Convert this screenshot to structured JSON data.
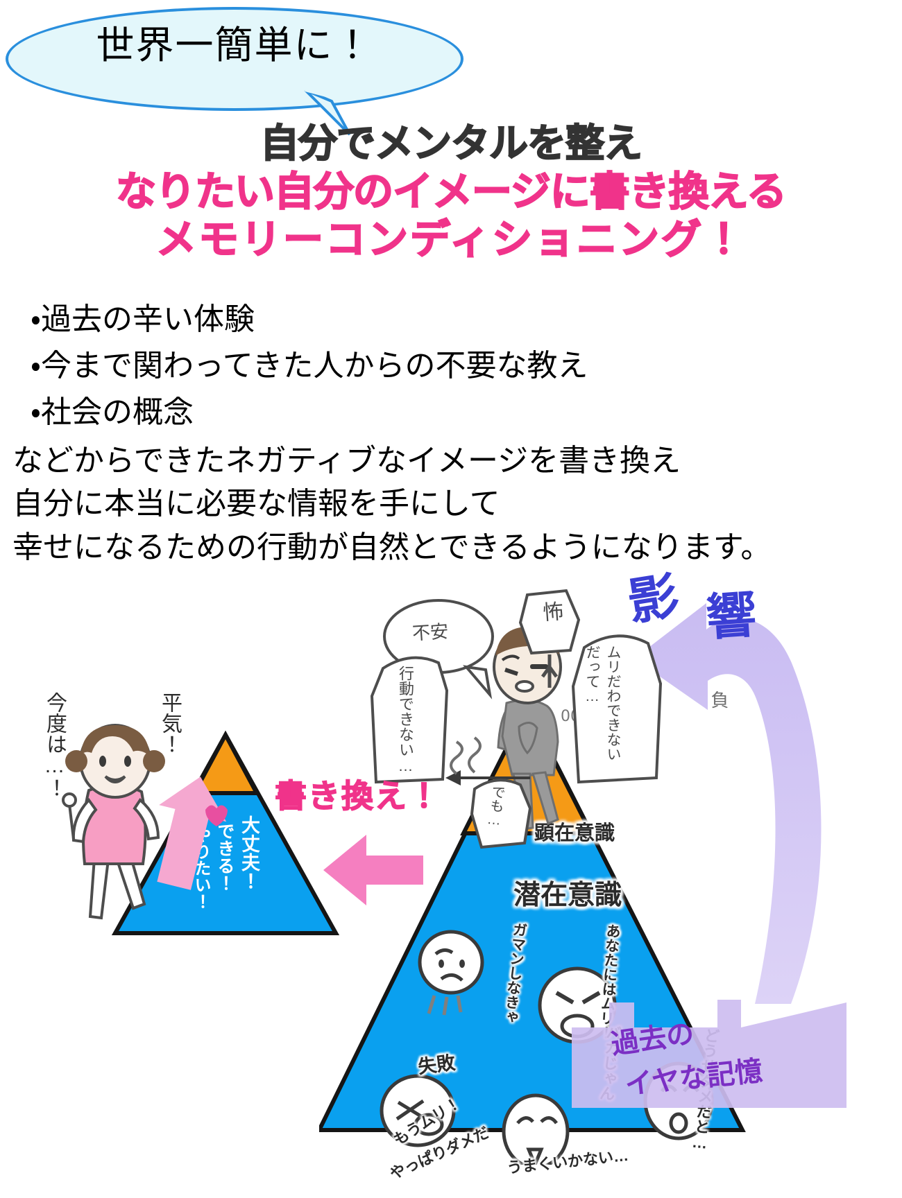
{
  "balloon": {
    "text": "世界一簡単に！",
    "fill": "#e3f7fb",
    "stroke": "#2a8fdd"
  },
  "headline": {
    "line1": "自分でメンタルを整え",
    "line2": "なりたい自分のイメージに書き換える",
    "line3": "メモリーコンディショニング！",
    "color_dark": "#333333",
    "color_pink": "#f0338a"
  },
  "bullets": [
    "・過去の辛い体験",
    "・今まで関わってきた人からの不要な教え",
    "・社会の概念"
  ],
  "paragraph": [
    "などからできたネガティブなイメージを書き換え",
    "自分に本当に必要な情報を手にして",
    "幸せになるための行動が自然とできるようになります。"
  ],
  "illustration": {
    "influence_label": "影響",
    "rewrite_label": "書き換え！",
    "memory_banner": {
      "line1": "過去の",
      "line2": "イヤな記憶",
      "color": "#7b2fc4",
      "fill": "#cdbdf0"
    },
    "negative_pyramid": {
      "apex_label": "顕在意識",
      "body_label": "潜在意識",
      "apex_color": "#f59a16",
      "body_color": "#0aa0ef",
      "thoughts": [
        "ガマンしなきゃ",
        "あなたにはムリ！",
        "失敗",
        "もうムリ！",
        "やっぱりダメだ",
        "バカじゃん",
        "うまくいかない…",
        "どうせダメだと…"
      ]
    },
    "sad_person": {
      "bubbles": [
        "不安",
        "怖",
        "行動できない…",
        "ムリだわできないだって…",
        "でも…"
      ],
      "arrow_note": "負"
    },
    "positive_pyramid": {
      "apex_color": "#f59a16",
      "body_color": "#0aa0ef",
      "thoughts": [
        "大丈夫！",
        "できる！",
        "やりたい！"
      ]
    },
    "happy_person": {
      "bubbles": [
        "今度は…！",
        "平気！"
      ]
    },
    "big_arrow_color": "#f57fc0",
    "small_arrow_color": "#f5a8d0"
  }
}
